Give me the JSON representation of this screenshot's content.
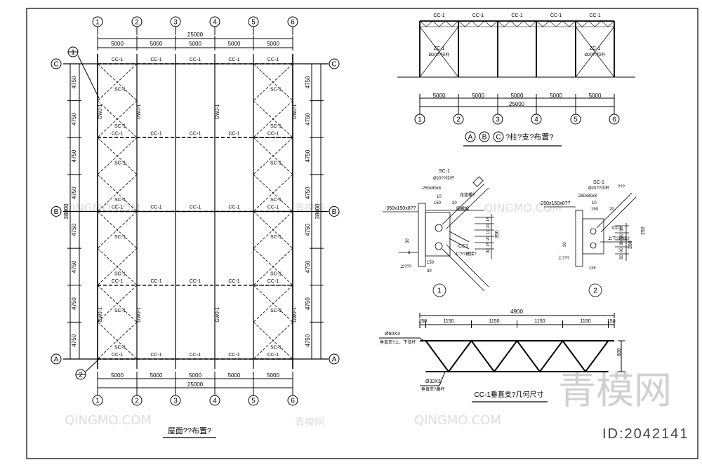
{
  "plan": {
    "grid_numbers": [
      "1",
      "2",
      "3",
      "4",
      "5",
      "6"
    ],
    "grid_letters": [
      "C",
      "B",
      "A"
    ],
    "bay_dims": [
      "5000",
      "5000",
      "5000",
      "5000",
      "5000"
    ],
    "total_width": "25000",
    "row_dims": [
      "4750",
      "4750",
      "4750",
      "4750",
      "4750",
      "4750",
      "4750",
      "4750"
    ],
    "total_height": "38000",
    "cc_label": "CC-1",
    "sc_label": "SC-1",
    "gwj_label": "GWJ-1",
    "detail_ref_1": "1",
    "detail_ref_2": "2",
    "title": "屋面??布置?"
  },
  "elevation": {
    "cc_label": "CC-1",
    "zc_label": "ZC-1",
    "zc_sub": "Ø20??拉杆",
    "bay_dims": [
      "5000",
      "5000",
      "5000",
      "5000",
      "5000"
    ],
    "total_width": "25000",
    "grid_numbers": [
      "1",
      "2",
      "3",
      "4",
      "5",
      "6"
    ],
    "title_axes": [
      "A",
      "B",
      "C"
    ],
    "title_text": "?柱?支?布置?"
  },
  "detail1": {
    "ref": "1",
    "sc_label": "SC-1",
    "rod_label": "Ø20??拉杆",
    "plate_label": "-250x80x8",
    "dim10": "10",
    "dim150": "150",
    "dim20": "20",
    "main_plate": "-350x150x8??",
    "bolt_label": "花篮螺?",
    "end_label": "圆螺帽",
    "cc_label": "CC1",
    "lower_label": "上下?建接?",
    "col_label": "上???",
    "dim30": "30",
    "dim8": "8",
    "dim150b": "150",
    "dims_right": [
      "15",
      "20",
      "10",
      "20",
      "15",
      "30"
    ],
    "dim_total_right": "350"
  },
  "detail2": {
    "ref": "2",
    "sc_label": "SC-1",
    "rod_label": "Ø20??拉杆",
    "plate_label": "-250x80x8",
    "dim10": "10",
    "dim150": "150",
    "dim20": "20",
    "main_plate": "-250x150x8??",
    "end_label": "???",
    "cc_label": "CC1",
    "lower_label": "上下?建接?",
    "col_label": "上???",
    "dim30": "30",
    "dim115": "115",
    "dims_right": [
      "60",
      "90",
      "80",
      "90",
      "60"
    ],
    "dim_total_right": "300",
    "dim250": "250"
  },
  "truss": {
    "total": "4900",
    "segments": [
      "150",
      "1150",
      "1150",
      "1150",
      "1150",
      "150"
    ],
    "height": "800",
    "top_chord": "Ø60X3",
    "top_note": "垂直支?上、下弦杆",
    "web": "Ø32X3",
    "web_note": "垂直支?腹杆",
    "title": "CC-1垂直支?几何尺寸"
  },
  "watermark": {
    "logo_text": "青模网",
    "site": "QINGMO.COM",
    "small": "青模网",
    "id_text": "ID:2042141"
  }
}
